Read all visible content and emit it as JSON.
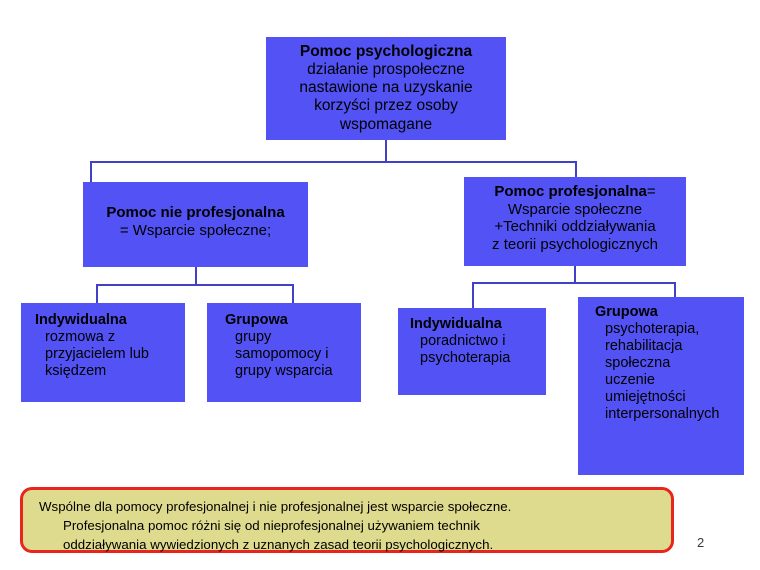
{
  "slide": {
    "page_number": "2",
    "colors": {
      "box_fill": "#5252F5",
      "connector": "#4040C8",
      "callout_fill": "#DEDB8F",
      "callout_border": "#E8251C",
      "text": "#000000",
      "background": "#ffffff"
    }
  },
  "diagram": {
    "type": "hierarchy",
    "root": {
      "title": "Pomoc psychologiczna",
      "line2": "działanie prospołeczne",
      "line3": "nastawione na uzyskanie",
      "line4": "korzyści przez osoby",
      "line5": "wspomagane"
    },
    "branch_left": {
      "title": "Pomoc nie profesjonalna",
      "line2": "= Wsparcie społeczne;",
      "children": [
        {
          "title": "Indywidualna",
          "line2": "rozmowa z",
          "line3": "przyjacielem lub",
          "line4": "księdzem"
        },
        {
          "title": "Grupowa",
          "line2": "grupy",
          "line3": "samopomocy i",
          "line4": "grupy wsparcia"
        }
      ]
    },
    "branch_right": {
      "title": "Pomoc profesjonalna",
      "title_suffix": "=",
      "line2": "Wsparcie społeczne",
      "line3": "+Techniki oddziaływania",
      "line4": "z teorii psychologicznych",
      "children": [
        {
          "title": "Indywidualna",
          "line2": "poradnictwo i",
          "line3": "psychoterapia"
        },
        {
          "title": "Grupowa",
          "line2": "psychoterapia,",
          "line3": "rehabilitacja",
          "line4": "społeczna",
          "line5": "uczenie",
          "line6": "umiejętności",
          "line7": "interpersonalnych"
        }
      ]
    }
  },
  "callout": {
    "line1": "Wspólne dla pomocy profesjonalnej i nie profesjonalnej jest wsparcie społeczne.",
    "line2": "Profesjonalna pomoc różni się od nieprofesjonalnej używaniem technik",
    "line3": "oddziaływania wywiedzionych z uznanych zasad teorii psychologicznych."
  }
}
